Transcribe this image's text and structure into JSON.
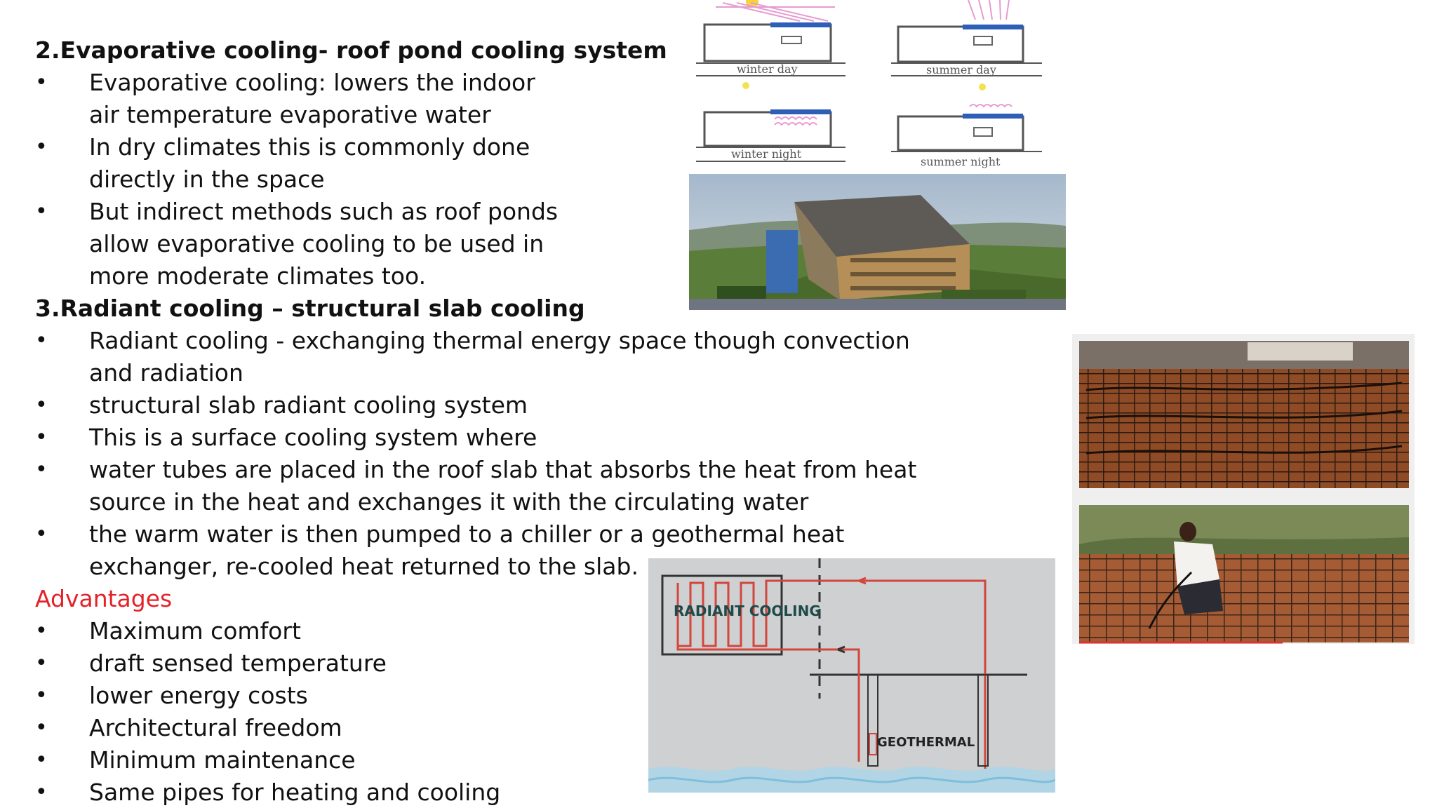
{
  "sections": {
    "evap_heading": "2.Evaporative cooling- roof pond cooling system",
    "evap_items": [
      [
        "Evaporative cooling: lowers the indoor",
        "air temperature evaporative water"
      ],
      [
        "In dry climates this is commonly done",
        " directly in the space"
      ],
      [
        "But indirect methods such as roof ponds",
        " allow evaporative cooling to be used in",
        " more moderate climates too."
      ]
    ],
    "radiant_heading": "3.Radiant cooling – structural slab cooling",
    "radiant_items": [
      [
        "Radiant cooling  -  exchanging thermal energy space though convection",
        "and radiation"
      ],
      [
        "structural slab radiant cooling system"
      ],
      [
        "This is a surface  cooling system where"
      ],
      [
        "water tubes are placed in the roof slab  that absorbs the heat from heat",
        "source in the heat and exchanges it with the circulating water"
      ],
      [
        " the warm water is then pumped to a chiller or a geothermal heat",
        "exchanger, re-cooled heat returned to the slab."
      ]
    ],
    "advantages_heading": "Advantages",
    "advantages_items": [
      "Maximum comfort",
      " draft sensed temperature",
      "lower energy costs",
      "Architectural freedom",
      "Minimum maintenance",
      "Same pipes for heating and cooling"
    ]
  },
  "bullet_char": "•",
  "diagram_labels": {
    "winter_day": "winter day",
    "summer_day": "summer day",
    "winter_night": "winter night",
    "summer_night": "summer night",
    "radiant_cooling": "RADIANT COOLING",
    "geothermal": "GEOTHERMAL"
  },
  "colors": {
    "heading_text": "#111111",
    "advantages_red": "#e3222a",
    "pond_blue": "#2d5fb8",
    "pipe_red": "#d2463c"
  }
}
